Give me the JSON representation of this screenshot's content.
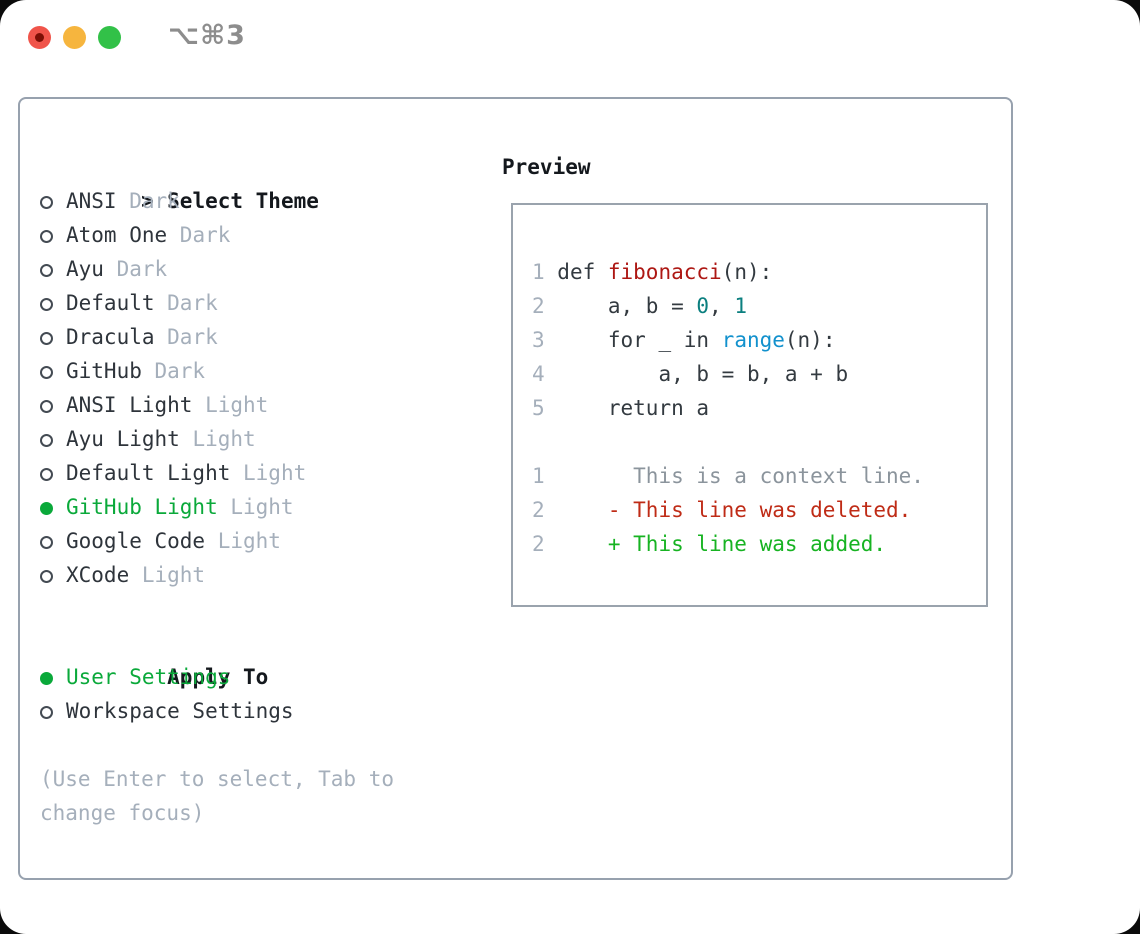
{
  "titlebar": {
    "shortcut": "⌥⌘3"
  },
  "theme_panel": {
    "header": {
      "prompt": ">",
      "label": "Select Theme"
    },
    "items": [
      {
        "label": "ANSI",
        "variant": "Dark",
        "selected": false
      },
      {
        "label": "Atom One",
        "variant": "Dark",
        "selected": false
      },
      {
        "label": "Ayu",
        "variant": "Dark",
        "selected": false
      },
      {
        "label": "Default",
        "variant": "Dark",
        "selected": false
      },
      {
        "label": "Dracula",
        "variant": "Dark",
        "selected": false
      },
      {
        "label": "GitHub",
        "variant": "Dark",
        "selected": false
      },
      {
        "label": "ANSI Light",
        "variant": "Light",
        "selected": false
      },
      {
        "label": "Ayu Light",
        "variant": "Light",
        "selected": false
      },
      {
        "label": "Default Light",
        "variant": "Light",
        "selected": false
      },
      {
        "label": "GitHub Light",
        "variant": "Light",
        "selected": true
      },
      {
        "label": "Google Code",
        "variant": "Light",
        "selected": false
      },
      {
        "label": "XCode",
        "variant": "Light",
        "selected": false
      }
    ],
    "apply_to": {
      "label": "Apply To",
      "options": [
        {
          "label": "User Settings",
          "selected": true
        },
        {
          "label": "Workspace Settings",
          "selected": false
        }
      ]
    },
    "hint_lines": [
      "(Use Enter to select, Tab to",
      "change focus)"
    ]
  },
  "preview": {
    "title": "Preview",
    "lines": [
      {
        "num": "1",
        "tokens": [
          {
            "t": " def ",
            "s": "plain"
          },
          {
            "t": "fibonacci",
            "s": "func"
          },
          {
            "t": "(n):",
            "s": "plain"
          }
        ]
      },
      {
        "num": "2",
        "tokens": [
          {
            "t": "     a, b = ",
            "s": "plain"
          },
          {
            "t": "0",
            "s": "num"
          },
          {
            "t": ", ",
            "s": "plain"
          },
          {
            "t": "1",
            "s": "num"
          }
        ]
      },
      {
        "num": "3",
        "tokens": [
          {
            "t": "     for _ in ",
            "s": "plain"
          },
          {
            "t": "range",
            "s": "builtin"
          },
          {
            "t": "(n):",
            "s": "plain"
          }
        ]
      },
      {
        "num": "4",
        "tokens": [
          {
            "t": "         a, b = b, a + b",
            "s": "plain"
          }
        ]
      },
      {
        "num": "5",
        "tokens": [
          {
            "t": "     return a",
            "s": "plain"
          }
        ]
      },
      {
        "num": "",
        "tokens": []
      },
      {
        "num": "1",
        "tokens": [
          {
            "t": "       This is a context line.",
            "s": "context"
          }
        ]
      },
      {
        "num": "2",
        "tokens": [
          {
            "t": "     ",
            "s": "plain"
          },
          {
            "t": "- This line was deleted.",
            "s": "del"
          }
        ]
      },
      {
        "num": "2",
        "tokens": [
          {
            "t": "     ",
            "s": "plain"
          },
          {
            "t": "+ This line was added.",
            "s": "add"
          }
        ]
      }
    ]
  },
  "colors": {
    "tl-red": "#f0544a",
    "tl-red-dot": "#7c0f05",
    "tl-yellow": "#f6b53e",
    "tl-green": "#32c148",
    "titlebar-gray": "#8d8d8d",
    "panel-border": "#97a1ae",
    "box-border": "#9aa3ad",
    "text-black": "#14181d",
    "text-dark": "#2e343b",
    "muted": "#a5afbb",
    "green": "#0aa93a",
    "add": "#17b322",
    "del": "#bf2b16",
    "func": "#ad1713",
    "numc": "#0b7f7f",
    "builtin": "#1291cd",
    "gutter": "#a5afbb",
    "context": "#8b949c",
    "code-plain": "#333a40"
  }
}
